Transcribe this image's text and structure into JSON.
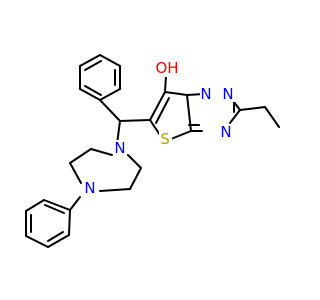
{
  "molecule": {
    "atoms": [
      {
        "id": "O1",
        "text": "OH",
        "color": "#ff0000"
      },
      {
        "id": "N1",
        "text": "N",
        "color": "#0000ff"
      },
      {
        "id": "N2",
        "text": "N",
        "color": "#0000ff"
      },
      {
        "id": "N3",
        "text": "N",
        "color": "#0000ff"
      },
      {
        "id": "S1",
        "text": "S",
        "color": "#b2a600"
      },
      {
        "id": "N4",
        "text": "N",
        "color": "#0000ff"
      },
      {
        "id": "N5",
        "text": "N",
        "color": "#0000ff"
      }
    ],
    "bond_color": "#000000"
  }
}
